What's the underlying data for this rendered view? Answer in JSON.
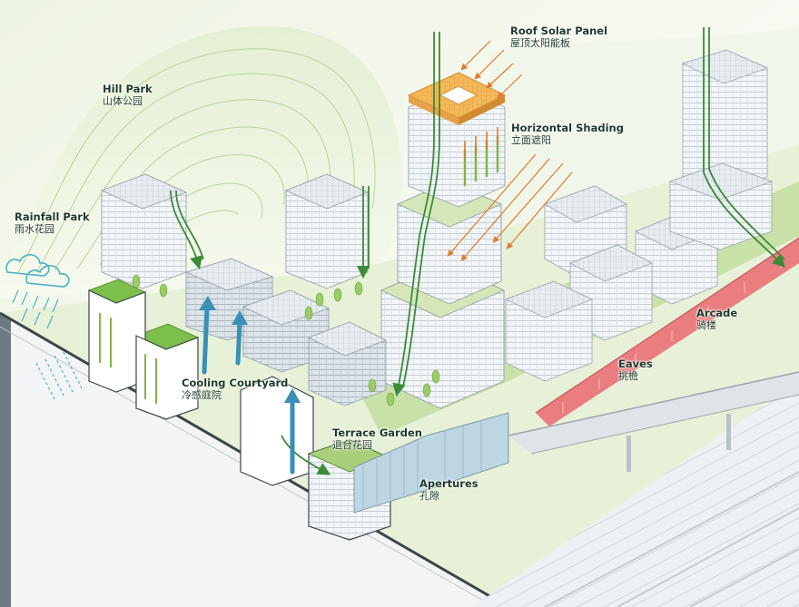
{
  "labels": {
    "roof_solar_panel": {
      "en": "Roof Solar Panel",
      "zh": "屋顶太阳能板"
    },
    "horizontal_shading": {
      "en": "Horizontal Shading",
      "zh": "立面遮阳"
    },
    "hill_park": {
      "en": "Hill Park",
      "zh": "山体公园"
    },
    "rainfall_park": {
      "en": "Rainfall Park",
      "zh": "雨水花园"
    },
    "cooling_courtyard": {
      "en": "Cooling Courtyard",
      "zh": "冷感庭院"
    },
    "terrace_garden": {
      "en": "Terrace Garden",
      "zh": "退台花园"
    },
    "apertures": {
      "en": "Apertures",
      "zh": "孔隙"
    },
    "eaves": {
      "en": "Eaves",
      "zh": "挑檐"
    },
    "arcade": {
      "en": "Arcade",
      "zh": "骑楼"
    }
  },
  "colors": {
    "green_arrow": "#3d8a3a",
    "blue_arrow": "#3a8fb5",
    "orange_arrow": "#e07a30",
    "solar_panel": "#f3b95a",
    "arcade_red": "#e97d80",
    "greenery": "#a9cf7b",
    "hill": "#d9e9c4",
    "rain_cloud": "#49b2c4"
  }
}
